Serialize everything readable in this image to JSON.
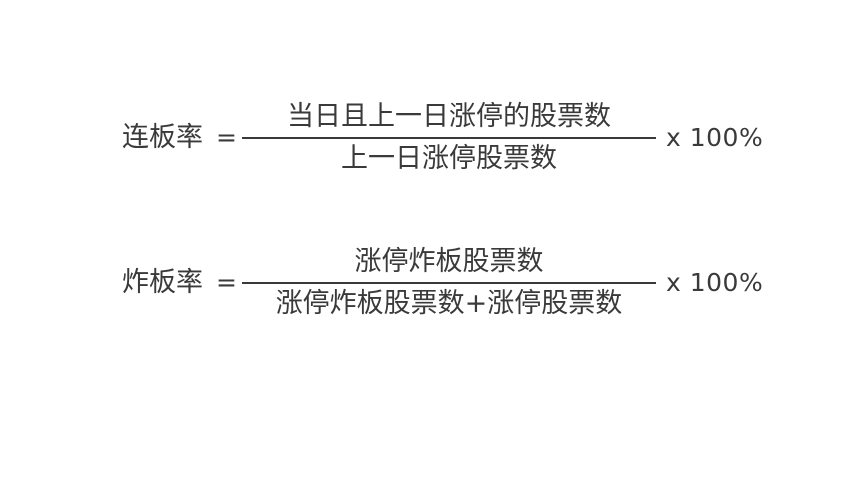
{
  "formulas": [
    {
      "lhs": "连板率",
      "equals": "=",
      "numerator": "当日且上一日涨停的股票数",
      "denominator": "上一日涨停股票数",
      "multiplier": "x 100%"
    },
    {
      "lhs": "炸板率",
      "equals": "=",
      "numerator": "涨停炸板股票数",
      "denominator": "涨停炸板股票数+涨停股票数",
      "multiplier": "x 100%"
    }
  ]
}
